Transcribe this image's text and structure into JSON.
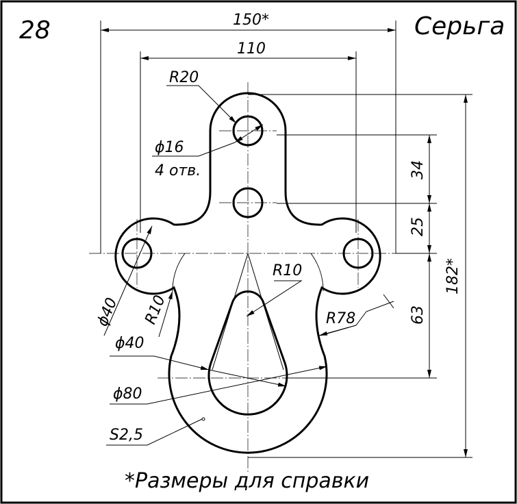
{
  "sheet_number": "28",
  "title": "Серьга",
  "footnote": "*Размеры для справки",
  "dimensions": {
    "overall_width": "150*",
    "hole_spacing": "110",
    "top_radius": "R20",
    "hole_diameter": "ϕ16",
    "hole_count": "4 отв.",
    "dim_34": "34",
    "dim_25": "25",
    "overall_height": "182*",
    "inner_radius": "R10",
    "side_fillet": "R10",
    "side_radius": "R78",
    "dim_63": "63",
    "lobe_diameter": "ϕ40",
    "inner_diameter": "ϕ40",
    "ring_diameter": "ϕ80",
    "thickness": "S2,5"
  }
}
